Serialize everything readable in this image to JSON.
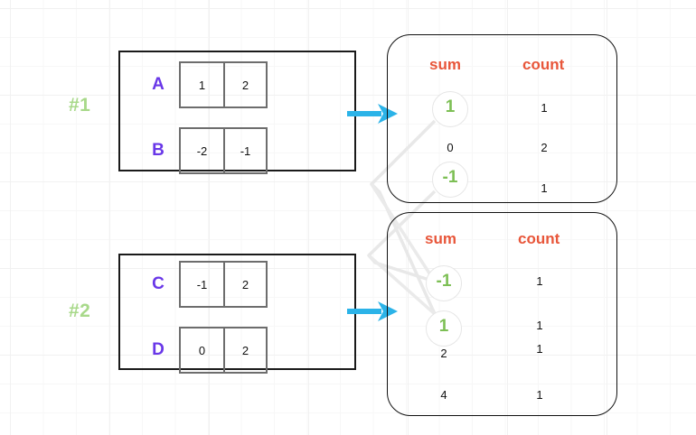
{
  "diagram": {
    "title": "mapreduce-partial-aggregation-diagram",
    "colors": {
      "group_label": "#a8d98a",
      "array_name": "#6937e8",
      "map_header": "#e8563a",
      "highlight_value": "#7dbf55",
      "arrow": "#2bb3e8",
      "box_border": "#1a1a1a",
      "cell_border": "#6d6d6d",
      "connector": "#e4e4e4",
      "grid": "#f1f1f1"
    },
    "groups": [
      {
        "label": "#1",
        "arrays": [
          {
            "name": "A",
            "cells": [
              "1",
              "2"
            ]
          },
          {
            "name": "B",
            "cells": [
              "-2",
              "-1"
            ]
          }
        ]
      },
      {
        "label": "#2",
        "arrays": [
          {
            "name": "C",
            "cells": [
              "-1",
              "2"
            ]
          },
          {
            "name": "D",
            "cells": [
              "0",
              "2"
            ]
          }
        ]
      }
    ],
    "maps": [
      {
        "headers": {
          "sum": "sum",
          "count": "count"
        },
        "rows": [
          {
            "sum": "1",
            "count": "1",
            "highlight": true
          },
          {
            "sum": "0",
            "count": "2",
            "highlight": false
          },
          {
            "sum": "-1",
            "count": "1",
            "highlight": true
          }
        ]
      },
      {
        "headers": {
          "sum": "sum",
          "count": "count"
        },
        "rows": [
          {
            "sum": "-1",
            "count": "1",
            "highlight": true
          },
          {
            "sum": "1",
            "count": "1",
            "highlight": true
          },
          {
            "sum": "2",
            "count": "1",
            "highlight": false
          },
          {
            "sum": "4",
            "count": "1",
            "highlight": false
          }
        ]
      }
    ],
    "arrows": [
      {
        "name": "feed-arrow-1"
      },
      {
        "name": "feed-arrow-2"
      }
    ]
  }
}
